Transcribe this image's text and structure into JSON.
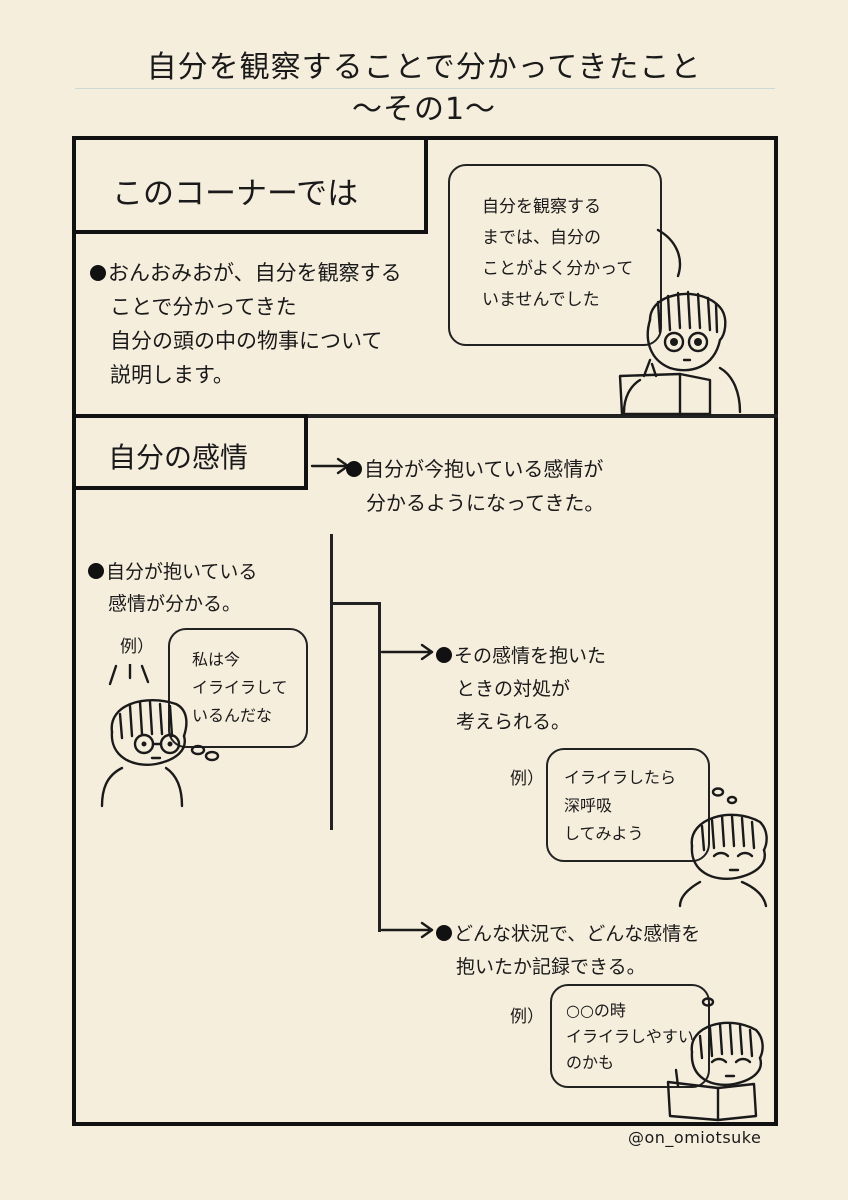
{
  "page": {
    "title_line1": "自分を観察することで分かってきたこと",
    "title_line2": "〜その1〜",
    "credit": "@on_omiotsuke"
  },
  "section1": {
    "heading": "このコーナーでは",
    "intro_lines": [
      "おんおみおが、自分を観察する",
      "ことで分かってきた",
      "自分の頭の中の物事について",
      "説明します。"
    ],
    "bubble_lines": [
      "自分を観察する",
      "までは、自分の",
      "ことがよく分かって",
      "いませんでした"
    ]
  },
  "section2": {
    "heading": "自分の感情",
    "main_point_lines": [
      "自分が今抱いている感情が",
      "分かるようになってきた。"
    ],
    "point_a_lines": [
      "自分が抱いている",
      "感情が分かる。"
    ],
    "example_label": "例）",
    "example_a_lines": [
      "私は今",
      "イライラして",
      "いるんだな"
    ],
    "point_b_lines": [
      "その感情を抱いた",
      "ときの対処が",
      "考えられる。"
    ],
    "example_b_lines": [
      "イライラしたら",
      "深呼吸",
      "してみよう"
    ],
    "point_c_lines": [
      "どんな状況で、どんな感情を",
      "抱いたか記録できる。"
    ],
    "example_c_lines": [
      "○○の時",
      "イライラしやすい",
      "のかも"
    ]
  }
}
